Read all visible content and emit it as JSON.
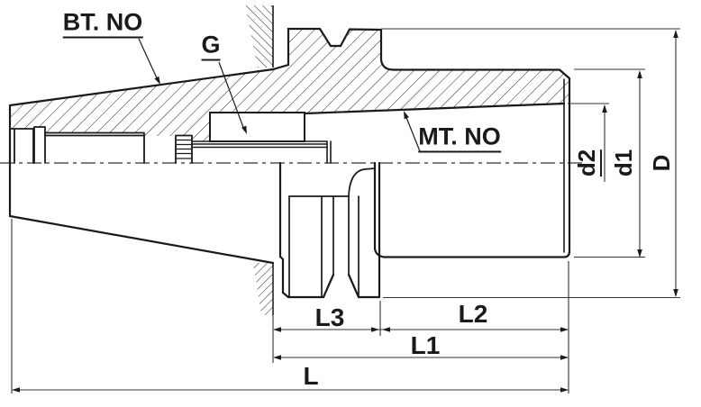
{
  "drawing": {
    "callouts": {
      "shank_taper": "BT. NO",
      "thread": "G",
      "taper_bore": "MT. NO"
    },
    "dimensions": {
      "bore_small_dia": "d2",
      "body_dia": "d1",
      "flange_dia": "D",
      "flange_length": "L3",
      "body_length": "L2",
      "front_length": "L1",
      "overall_length": "L"
    },
    "colors": {
      "line": "#1a1a1a",
      "dim_line": "#333333",
      "background": "#ffffff"
    }
  }
}
